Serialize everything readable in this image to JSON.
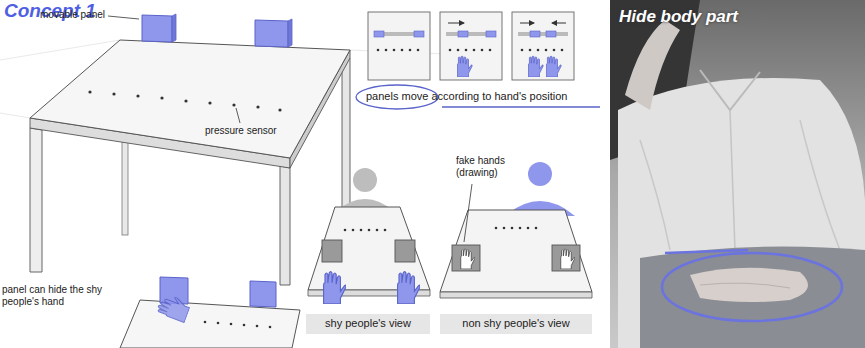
{
  "diagram": {
    "title": "Concept 1",
    "nodes": [
      {
        "text": [
          "Hide body part"
        ]
      }
    ],
    "labels": [
      "movable panel",
      "pressure sensor",
      "panels move according to hand's position",
      "fake hands (drawing)",
      "shy people's view",
      "non shy people's view",
      "panel can hide the shy people's hand"
    ]
  }
}
